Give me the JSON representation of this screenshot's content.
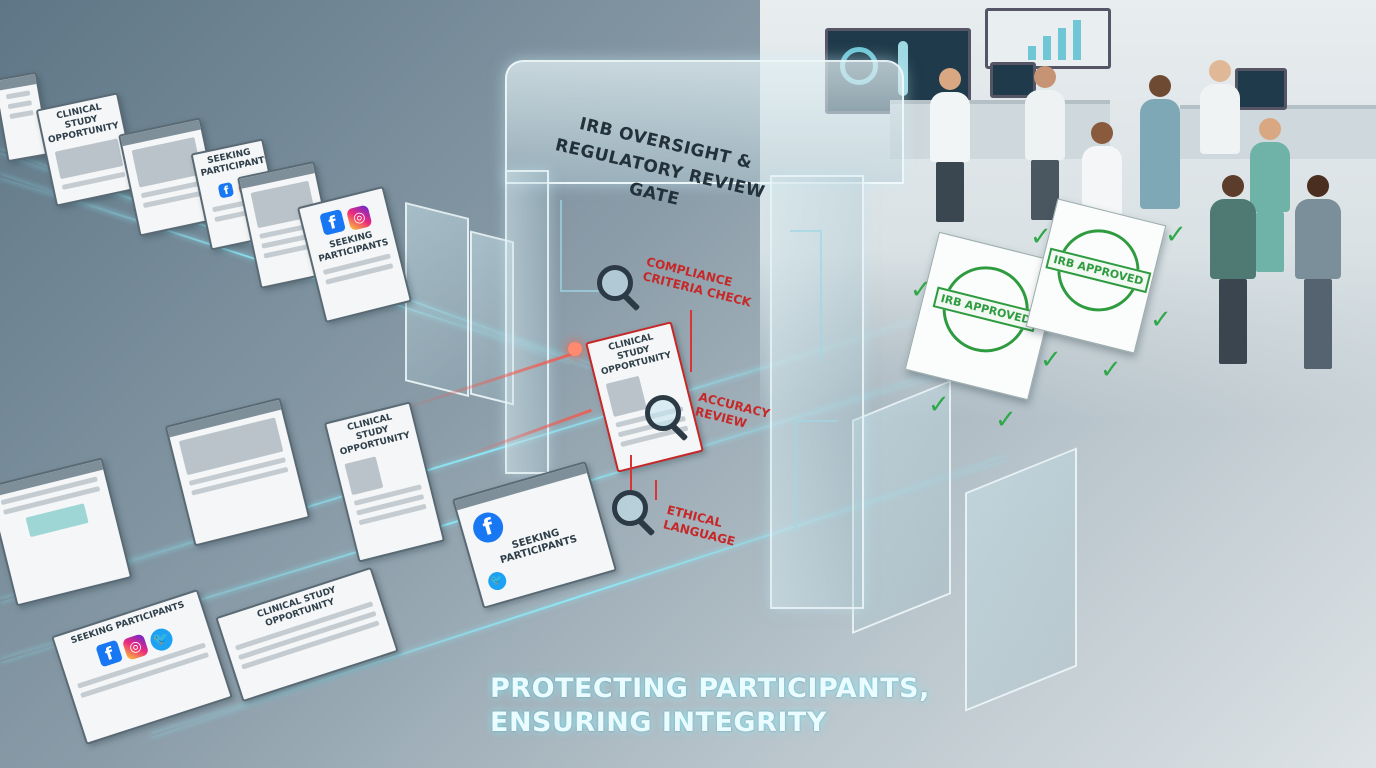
{
  "gate": {
    "title_line1": "IRB OVERSIGHT &",
    "title_line2": "REGULATORY REVIEW GATE"
  },
  "review_labels": {
    "compliance": "COMPLIANCE CRITERIA CHECK",
    "accuracy": "ACCURACY REVIEW",
    "ethical": "ETHICAL LANGUAGE"
  },
  "cards": {
    "clinical_top": "CLINICAL STUDY OPPORTUNITY",
    "seeking_top": "SEEKING PARTICIPANTS",
    "seeking_fb": "SEEKING PARTICIPANTS",
    "clinical_gate": "CLINICAL STUDY OPPORTUNITY",
    "clinical_mid": "CLINICAL STUDY OPPORTUNITY",
    "seeking_social": "SEEKING PARTICIPANTS",
    "seeking_bottom": "SEEKING PARTICIPANTS",
    "clinical_bottom": "CLINICAL STUDY OPPORTUNITY"
  },
  "stamps": {
    "left": "IRB APPROVED",
    "right": "IRB APPROVED"
  },
  "tagline": {
    "line1": "PROTECTING PARTICIPANTS,",
    "line2": "ENSURING INTEGRITY"
  },
  "icons": {
    "facebook": "f",
    "instagram": "◎",
    "twitter": "🐦",
    "check": "✓"
  },
  "colors": {
    "review_red": "#c62828",
    "approved_green": "#2e9b3f",
    "stream_cyan": "#8cebfa"
  }
}
